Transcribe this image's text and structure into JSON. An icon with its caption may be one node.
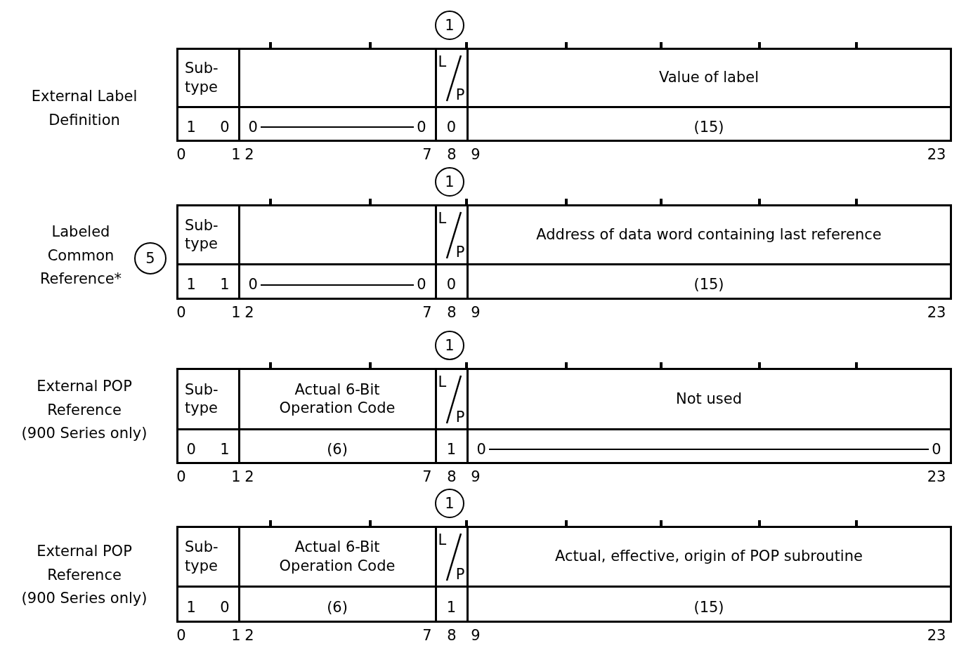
{
  "diagram": {
    "nodes": [
      {
        "text": [
          "1"
        ]
      },
      {
        "text": [
          "Sub- type"
        ]
      },
      {
        "text": [],
        "shape": "box"
      },
      {
        "text": [
          "L",
          "P"
        ]
      },
      {
        "text": [
          "Value of label"
        ]
      },
      {
        "text": [
          "1",
          "0"
        ]
      },
      {
        "text": [
          "0",
          "0"
        ]
      },
      {
        "text": [
          "0"
        ]
      },
      {
        "text": [
          "(15)"
        ]
      },
      {
        "text": [
          "1"
        ]
      },
      {
        "text": [
          "5"
        ]
      },
      {
        "text": [
          "Sub- type"
        ]
      },
      {
        "text": [],
        "shape": "box"
      },
      {
        "text": [
          "L",
          "P"
        ]
      },
      {
        "text": [
          "Address of data word containing last reference"
        ]
      },
      {
        "text": [
          "1",
          "1"
        ]
      },
      {
        "text": [
          "0",
          "0"
        ]
      },
      {
        "text": [
          "0"
        ]
      },
      {
        "text": [
          "(15)"
        ]
      },
      {
        "text": [
          "1"
        ]
      },
      {
        "text": [
          "Sub- type"
        ]
      },
      {
        "text": [
          "Actual 6-Bit Operation Code"
        ]
      },
      {
        "text": [
          "L",
          "P"
        ]
      },
      {
        "text": [
          "Not used"
        ]
      },
      {
        "text": [
          "0",
          "1"
        ]
      },
      {
        "text": [
          "(6)"
        ]
      },
      {
        "text": [
          "1"
        ]
      },
      {
        "text": [
          "0",
          "0"
        ]
      },
      {
        "text": [
          "1"
        ]
      },
      {
        "text": [
          "Sub- type"
        ]
      },
      {
        "text": [
          "Actual 6-Bit Operation Code"
        ]
      },
      {
        "text": [
          "L",
          "P"
        ]
      },
      {
        "text": [
          "Actual, effective, origin of POP subroutine"
        ]
      },
      {
        "text": [
          "1",
          "0"
        ]
      },
      {
        "text": [
          "(6)"
        ]
      },
      {
        "text": [
          "1"
        ]
      },
      {
        "text": [
          "(15)"
        ]
      }
    ],
    "labels": [
      "External Label Definition",
      "0",
      "1",
      "2",
      "7",
      "8",
      "9",
      "23",
      "Labeled Common Reference*",
      "0",
      "1",
      "2",
      "7",
      "8",
      "9",
      "23",
      "External POP Reference (900 Series only)",
      "0",
      "1",
      "2",
      "7",
      "8",
      "9",
      "23",
      "External POP Reference (900 Series only)",
      "0",
      "1",
      "2",
      "7",
      "8",
      "9",
      "23"
    ]
  }
}
